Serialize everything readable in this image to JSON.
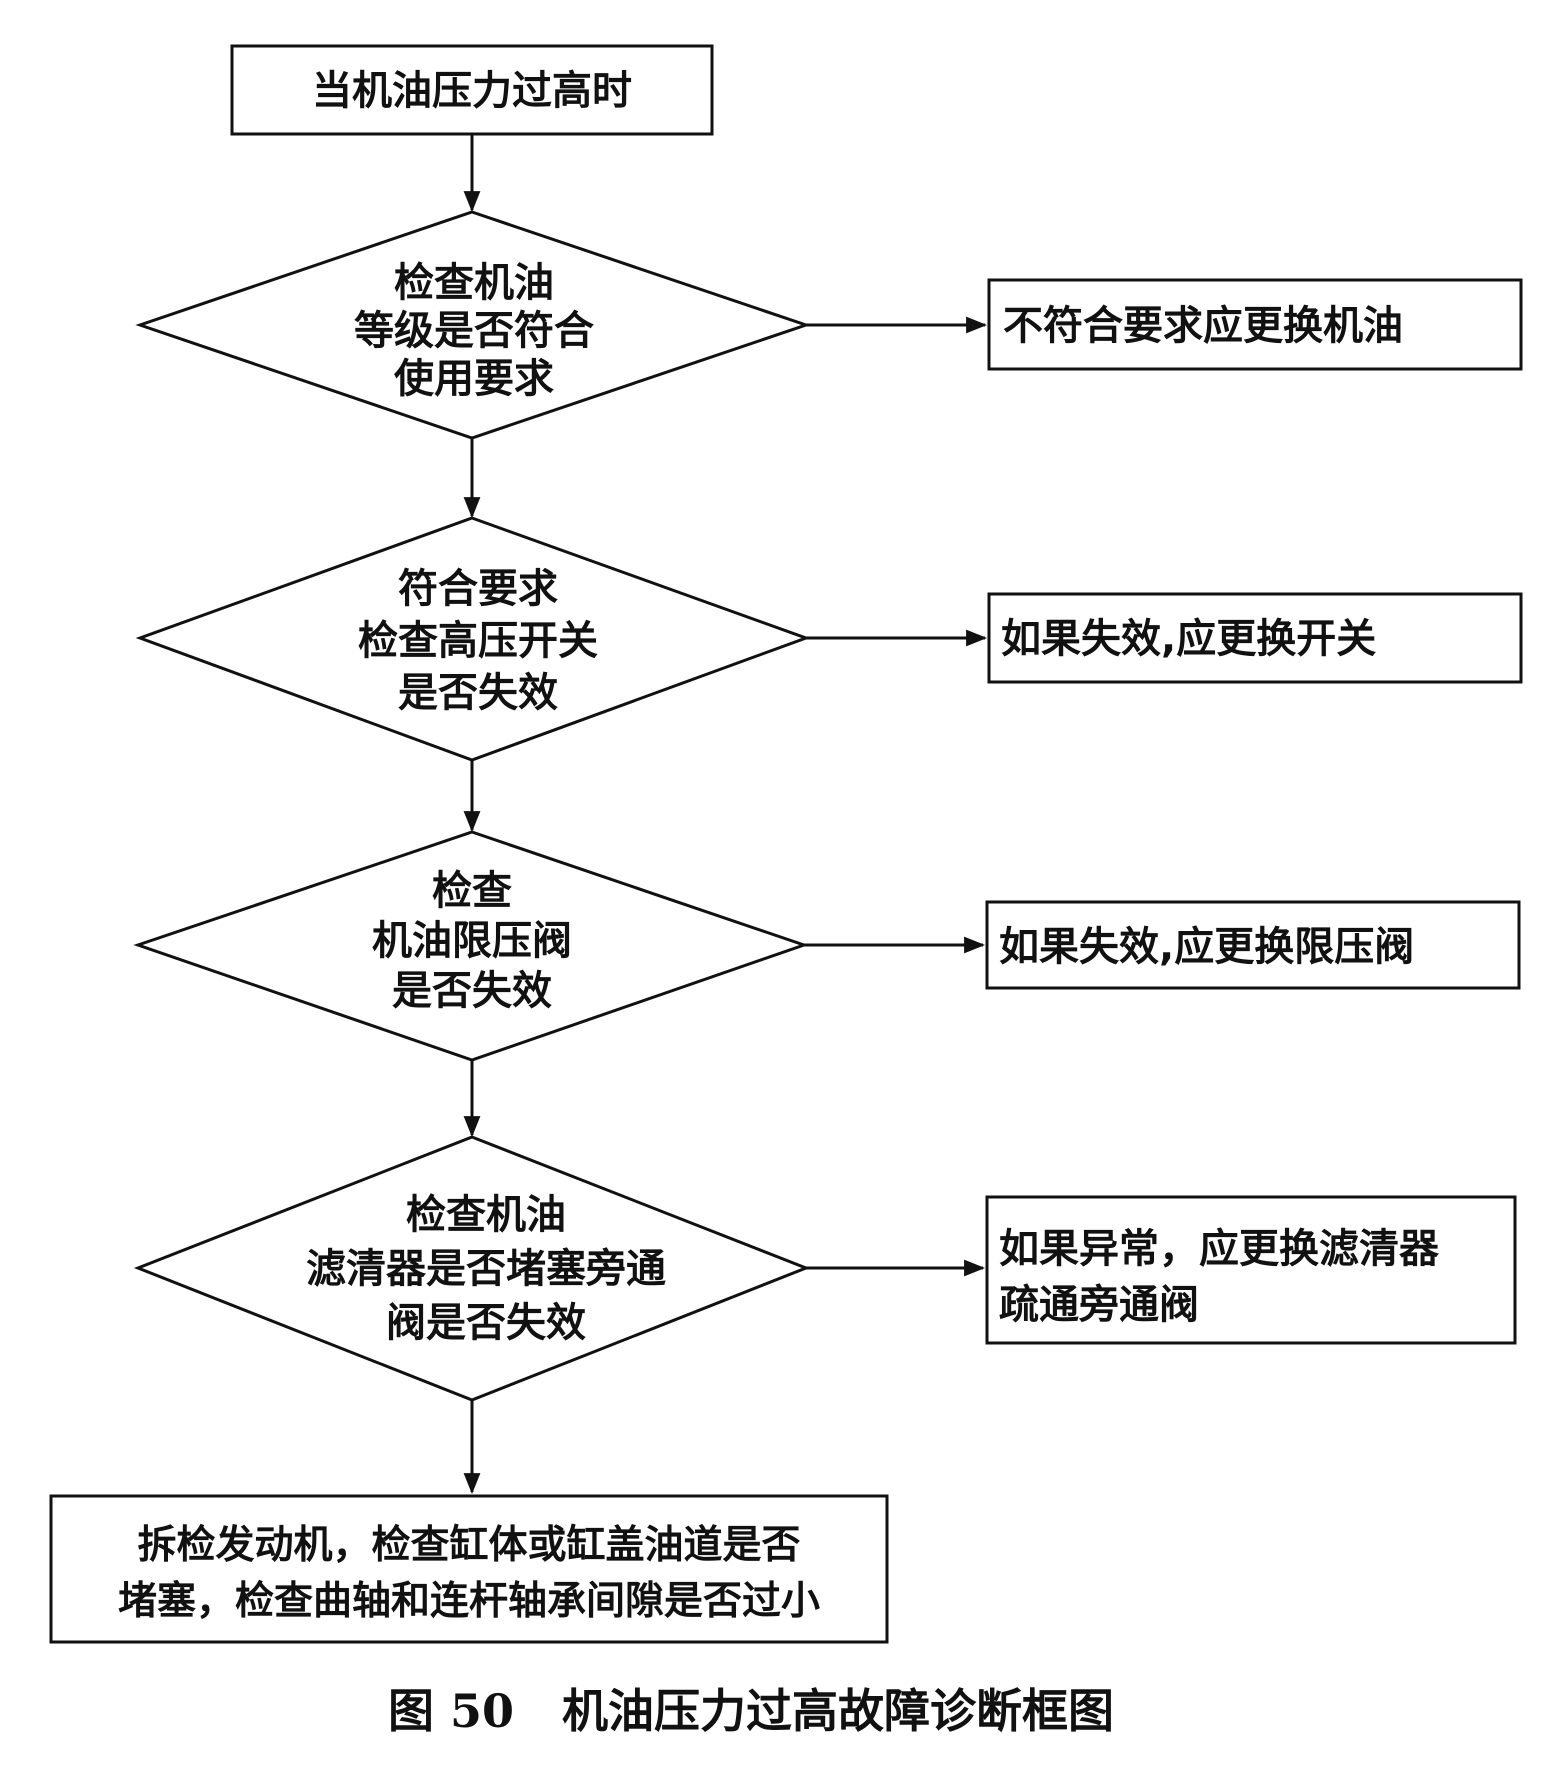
{
  "nodes": {
    "start": {
      "lines": [
        "当机油压力过高时"
      ]
    },
    "check_oil_grade": {
      "lines": [
        "检查机油",
        "等级是否符合",
        "使用要求"
      ]
    },
    "check_high_pressure_switch": {
      "lines": [
        "符合要求",
        "检查高压开关",
        "是否失效"
      ]
    },
    "check_relief_valve": {
      "lines": [
        "检查",
        "机油限压阀",
        "是否失效"
      ]
    },
    "check_filter": {
      "lines": [
        "检查机油",
        "滤清器是否堵塞旁通",
        "阀是否失效"
      ]
    },
    "action_replace_oil": {
      "lines": [
        "不符合要求应更换机油"
      ]
    },
    "action_replace_switch": {
      "lines": [
        "如果失效,应更换开关"
      ]
    },
    "action_replace_valve": {
      "lines": [
        "如果失效,应更换限压阀"
      ]
    },
    "action_replace_filter": {
      "lines": [
        "如果异常，应更换滤清器",
        "疏通旁通阀"
      ]
    },
    "final_overhaul": {
      "lines": [
        "拆检发动机，检查缸体或缸盖油道是否",
        "堵塞，检查曲轴和连杆轴承间隙是否过小"
      ]
    }
  },
  "edges": [
    {
      "from": "start",
      "to": "check_oil_grade"
    },
    {
      "from": "check_oil_grade",
      "to": "action_replace_oil"
    },
    {
      "from": "check_oil_grade",
      "to": "check_high_pressure_switch"
    },
    {
      "from": "check_high_pressure_switch",
      "to": "action_replace_switch"
    },
    {
      "from": "check_high_pressure_switch",
      "to": "check_relief_valve"
    },
    {
      "from": "check_relief_valve",
      "to": "action_replace_valve"
    },
    {
      "from": "check_relief_valve",
      "to": "check_filter"
    },
    {
      "from": "check_filter",
      "to": "action_replace_filter"
    },
    {
      "from": "check_filter",
      "to": "final_overhaul"
    }
  ],
  "caption": {
    "figure_number": "图 50",
    "title": "机油压力过高故障诊断框图"
  }
}
